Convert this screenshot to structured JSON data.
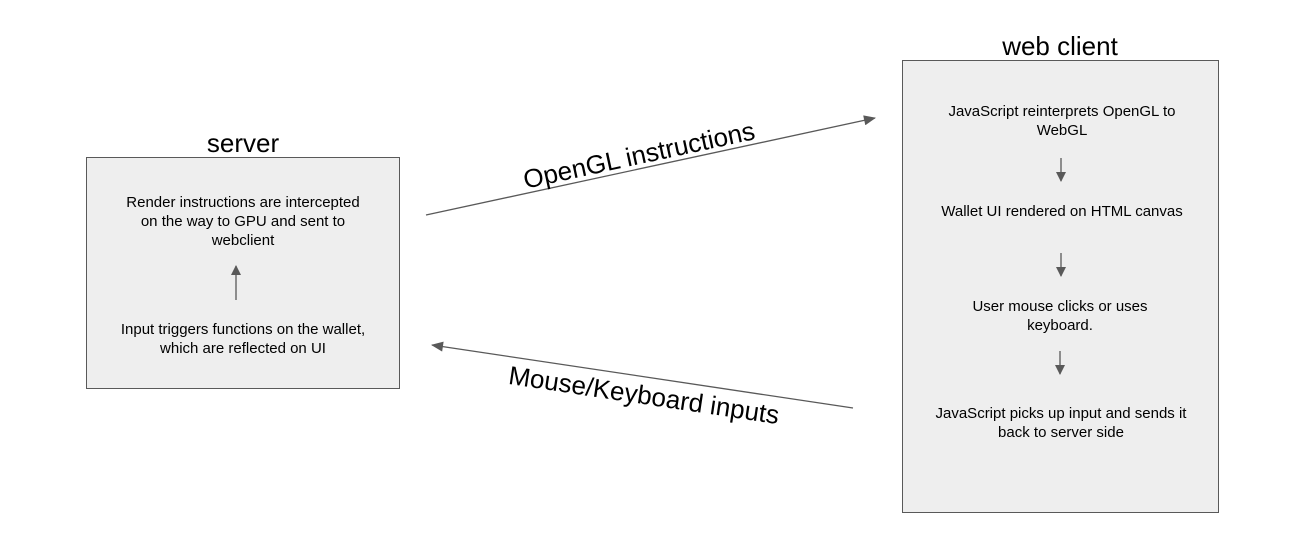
{
  "server": {
    "title": "server",
    "steps": {
      "render": "Render instructions are intercepted on the way to GPU and sent to webclient",
      "input": "Input triggers functions on the wallet, which are reflected on UI"
    }
  },
  "web_client": {
    "title": "web client",
    "steps": {
      "reinterpret": "JavaScript reinterprets OpenGL to WebGL",
      "render": "Wallet UI rendered on HTML canvas",
      "user": "User mouse clicks or uses keyboard.",
      "send": "JavaScript picks up input and sends it back to server side"
    }
  },
  "connections": {
    "to_client": "OpenGL instructions",
    "to_server": "Mouse/Keyboard inputs"
  },
  "colors": {
    "box_fill": "#eeeeee",
    "box_border": "#595959",
    "arrow": "#595959"
  }
}
